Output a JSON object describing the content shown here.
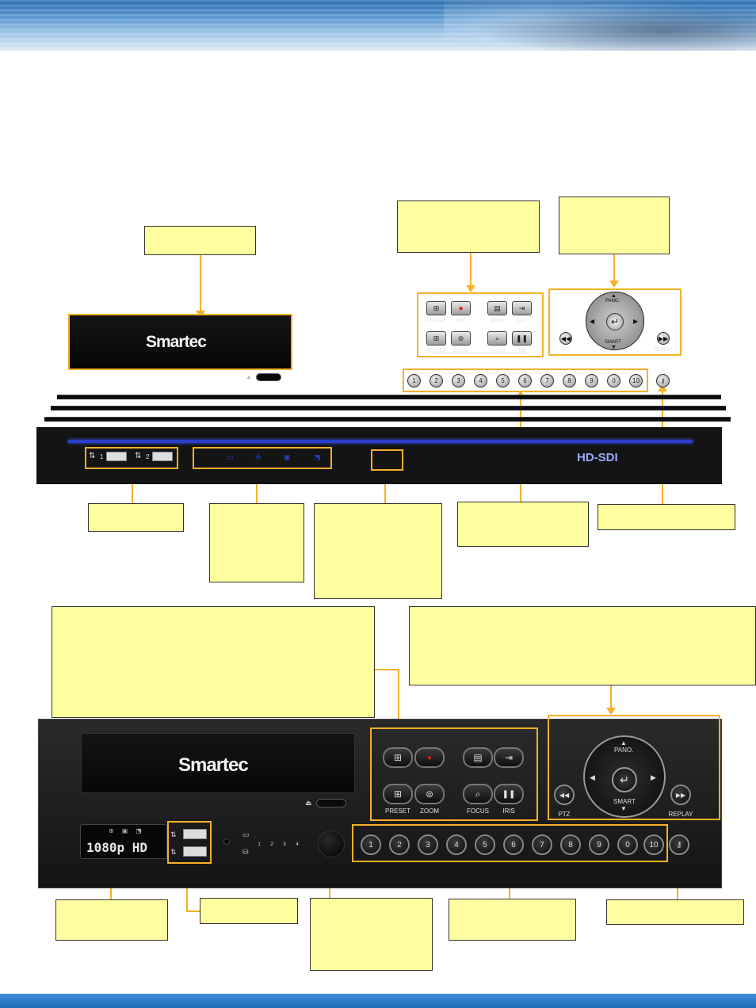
{
  "device_top": {
    "brand": "Smartec",
    "hd_badge": "HD-SDI",
    "usb_ports": [
      "1",
      "2"
    ],
    "function_keys": [
      {
        "label": "DISPLAY"
      },
      {
        "label": "REC"
      },
      {
        "label": "MENU"
      },
      {
        "label": "EXIT"
      },
      {
        "label": "PRESET"
      },
      {
        "label": "ZOOM"
      },
      {
        "label": "FOCUS"
      },
      {
        "label": "IRIS"
      }
    ],
    "ptz": {
      "up": "PANO.",
      "down": "SMART",
      "left_btn": "PTZ",
      "right_btn": "REPLAY"
    },
    "channel_buttons": [
      "1",
      "2",
      "3",
      "4",
      "5",
      "6",
      "7",
      "8",
      "9",
      "0",
      "10"
    ]
  },
  "device_bottom": {
    "brand": "Smartec",
    "display_text": "1080p HD",
    "function_labels": [
      "PRESET",
      "ZOOM",
      "FOCUS",
      "IRIS"
    ],
    "ptz": {
      "up": "PANO.",
      "down": "SMART",
      "left_btn": "PTZ",
      "right_btn": "REPLAY"
    },
    "channel_buttons": [
      "1",
      "2",
      "3",
      "4",
      "5",
      "6",
      "7",
      "8",
      "9",
      "0",
      "10"
    ],
    "led_columns": [
      "1",
      "2",
      "3",
      "4"
    ]
  },
  "colors": {
    "callout_fill": "#ffffa0",
    "highlight": "#f6b027",
    "header_blue": "#2e6fb0"
  }
}
